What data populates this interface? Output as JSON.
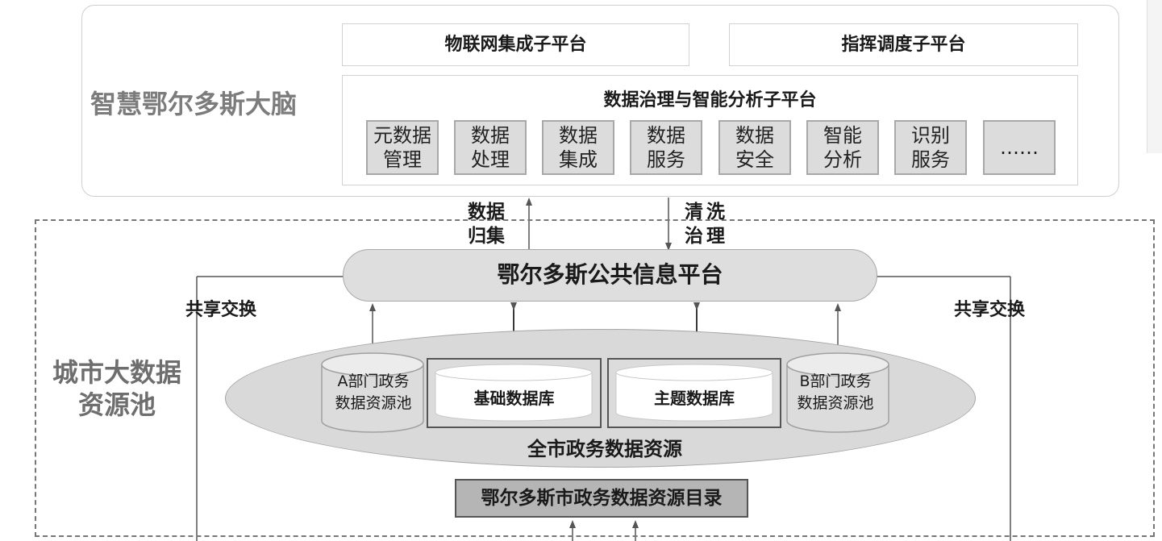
{
  "brain": {
    "title": "智慧鄂尔多斯大脑",
    "iot_platform": "物联网集成子平台",
    "command_platform": "指挥调度子平台",
    "governance_platform": "数据治理与智能分析子平台",
    "modules": [
      {
        "line1": "元数据",
        "line2": "管理"
      },
      {
        "line1": "数据",
        "line2": "处理"
      },
      {
        "line1": "数据",
        "line2": "集成"
      },
      {
        "line1": "数据",
        "line2": "服务"
      },
      {
        "line1": "数据",
        "line2": "安全"
      },
      {
        "line1": "智能",
        "line2": "分析"
      },
      {
        "line1": "识别",
        "line2": "服务"
      }
    ],
    "more": "……"
  },
  "flows": {
    "collect_line1": "数据",
    "collect_line2": "归集",
    "clean_line1": "清洗",
    "clean_line2": "治理",
    "share_left": "共享交换",
    "share_right": "共享交换"
  },
  "pool": {
    "title_line1": "城市大数据",
    "title_line2": "资源池",
    "public_platform": "鄂尔多斯公共信息平台",
    "dept_a_line1": "A部门政务",
    "dept_a_line2": "数据资源池",
    "dept_b_line1": "B部门政务",
    "dept_b_line2": "数据资源池",
    "base_db": "基础数据库",
    "topic_db": "主题数据库",
    "city_resources": "全市政务数据资源",
    "catalog": "鄂尔多斯市政务数据资源目录"
  },
  "colors": {
    "panel_border": "#cfcfcf",
    "module_fill": "#dcdcdc",
    "ellipse_fill": "#d9d9d9",
    "catalog_fill": "#b5b5b5",
    "title_gray": "#7c7c7c"
  }
}
